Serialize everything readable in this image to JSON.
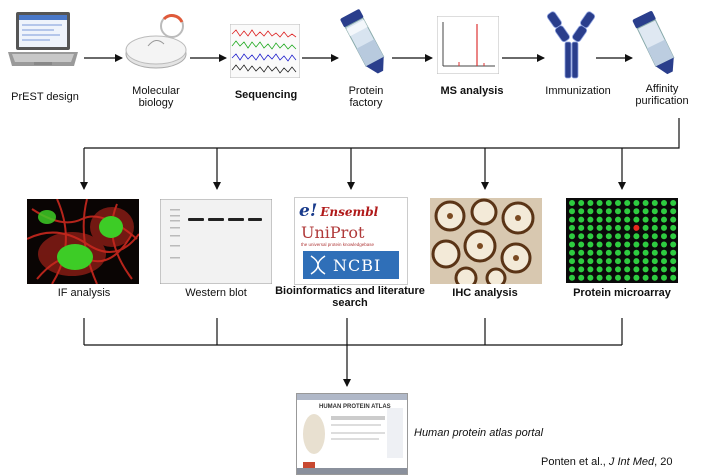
{
  "top_row": [
    {
      "id": "prest",
      "label": "PrEST design",
      "bold": false
    },
    {
      "id": "molbio",
      "label": "Molecular\nbiology",
      "bold": false
    },
    {
      "id": "seq",
      "label": "Sequencing",
      "bold": true
    },
    {
      "id": "factory",
      "label": "Protein\nfactory",
      "bold": false
    },
    {
      "id": "ms",
      "label": "MS analysis",
      "bold": true
    },
    {
      "id": "immun",
      "label": "Immunization",
      "bold": false
    },
    {
      "id": "affinity",
      "label": "Affinity\npurification",
      "bold": false
    }
  ],
  "analysis_row": [
    {
      "id": "if",
      "label": "IF analysis",
      "bold": false
    },
    {
      "id": "wb",
      "label": "Western blot",
      "bold": false
    },
    {
      "id": "bioinf",
      "label": "Bioinformatics and literature\nsearch",
      "bold": true
    },
    {
      "id": "ihc",
      "label": "IHC analysis",
      "bold": true
    },
    {
      "id": "microarray",
      "label": "Protein microarray",
      "bold": true
    }
  ],
  "database_logos": {
    "ensembl": "Ensembl",
    "ensembl_e": "e!",
    "uniprot": "UniProt",
    "uniprot_tag": "the universal protein knowledgebase",
    "ncbi": "NCBI"
  },
  "portal": {
    "label": "Human protein atlas portal",
    "screen_title": "HUMAN PROTEIN ATLAS"
  },
  "citation": {
    "authors": "Ponten et al., ",
    "journal": "J Int Med",
    "year": ", 20"
  },
  "colors": {
    "arrow": "#111111",
    "if_red": "#c8281e",
    "if_green": "#28c81e",
    "ihc_brown": "#7a4a22",
    "array_green": "#2ecc40",
    "array_red": "#e8281e"
  }
}
